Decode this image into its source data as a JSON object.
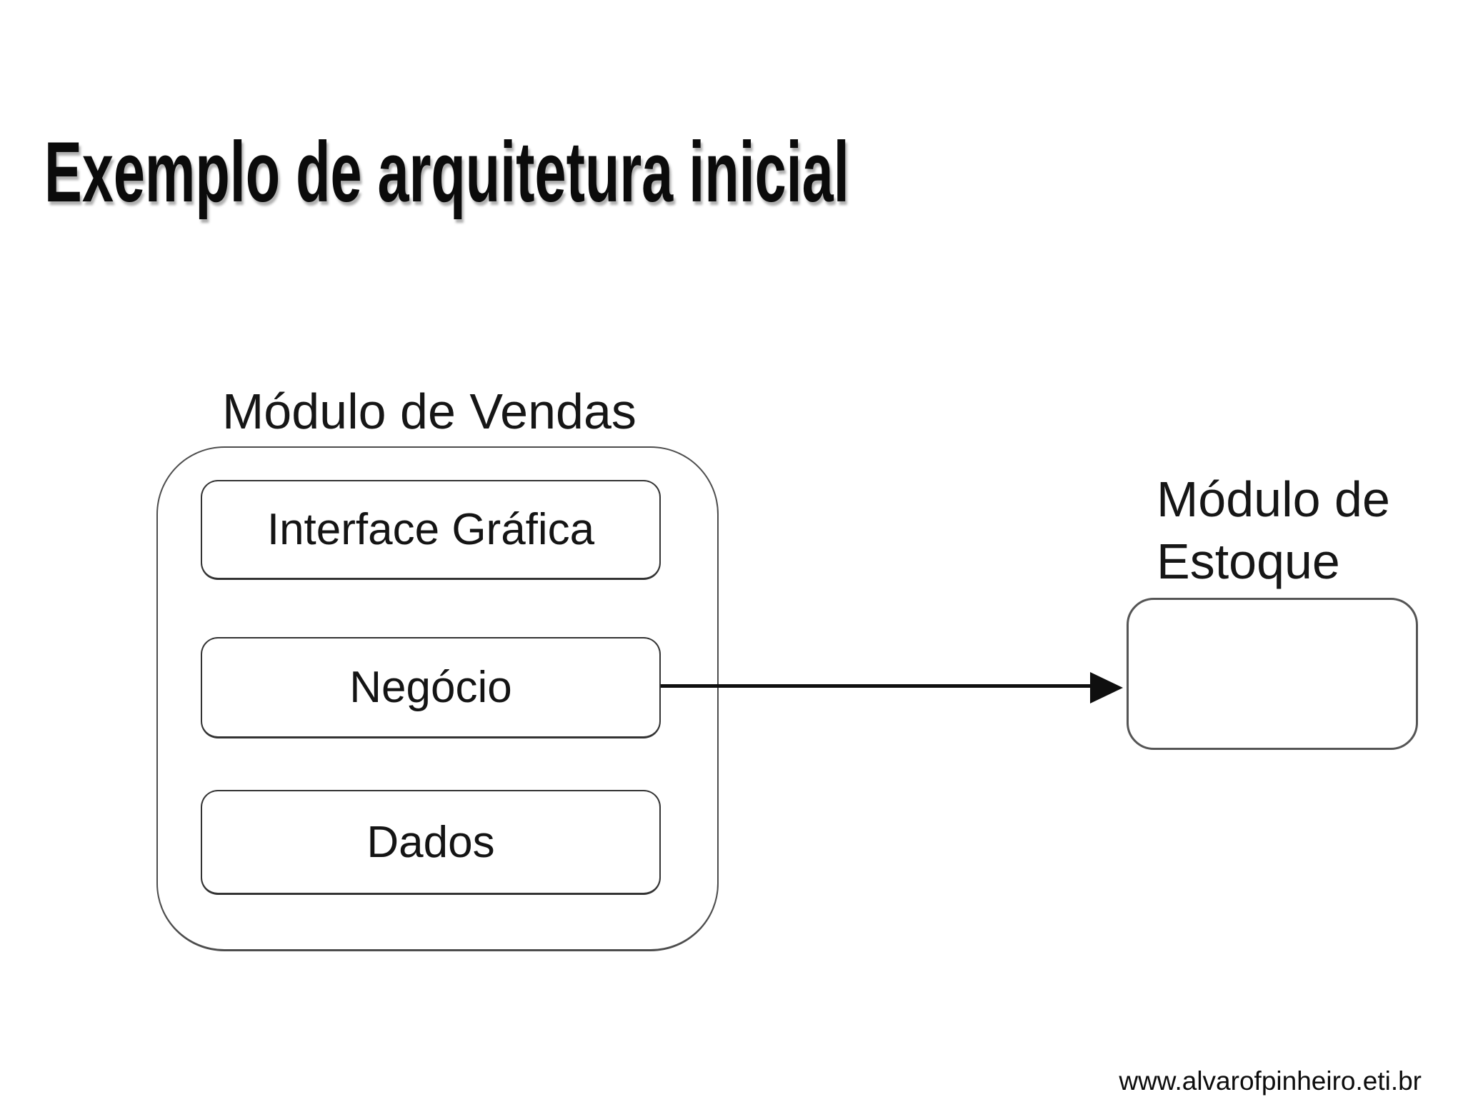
{
  "page": {
    "background": "#ffffff",
    "kind": "presentation-slide"
  },
  "title": {
    "text": "Exemplo de arquitetura inicial"
  },
  "diagram": {
    "vendas_module": {
      "label": "Módulo de Vendas",
      "layers": [
        {
          "id": "interface",
          "label": "Interface Gráfica"
        },
        {
          "id": "negocio",
          "label": "Negócio"
        },
        {
          "id": "dados",
          "label": "Dados"
        }
      ]
    },
    "estoque_module": {
      "label": "Módulo de Estoque",
      "label_lines": [
        "Módulo de",
        "Estoque"
      ],
      "box_content": ""
    },
    "connector": {
      "type": "arrow-right",
      "from": "Negócio",
      "to": "Módulo de Estoque"
    }
  },
  "footer": {
    "url": "www.alvarofpinheiro.eti.br"
  },
  "colors": {
    "background": "#ffffff",
    "text": "#111111",
    "inner_box_border": "#333333",
    "outer_box_border": "#4d4d4d",
    "estoque_box_border": "#555555",
    "arrow": "#0f0f0f"
  }
}
